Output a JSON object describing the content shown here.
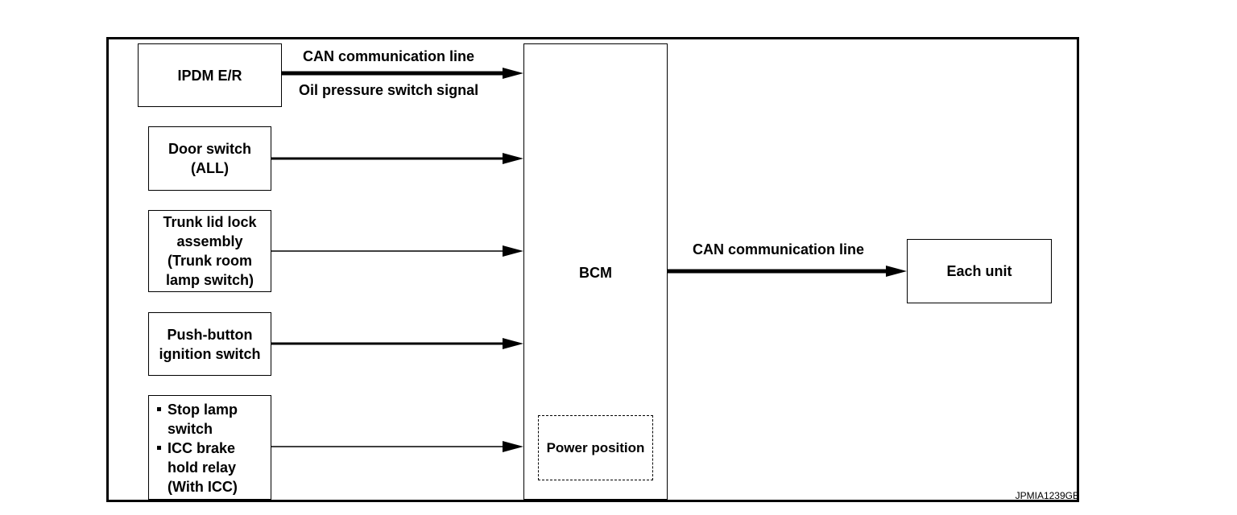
{
  "diagram": {
    "nodes": {
      "ipdm": "IPDM E/R",
      "door_switch": "Door switch\n(ALL)",
      "trunk_lid": "Trunk lid lock\nassembly\n(Trunk room\nlamp switch)",
      "push_button": "Push-button\nignition switch",
      "stop_lamp_items": [
        "Stop lamp\nswitch",
        "ICC brake\nhold relay\n(With ICC)"
      ],
      "bcm": "BCM",
      "power_position": "Power position",
      "each_unit": "Each unit"
    },
    "edge_labels": {
      "ipdm_top": "CAN communication line",
      "ipdm_bottom": "Oil pressure switch signal",
      "bcm_to_units": "CAN communication line"
    },
    "figure_code": "JPMIA1239GB"
  }
}
